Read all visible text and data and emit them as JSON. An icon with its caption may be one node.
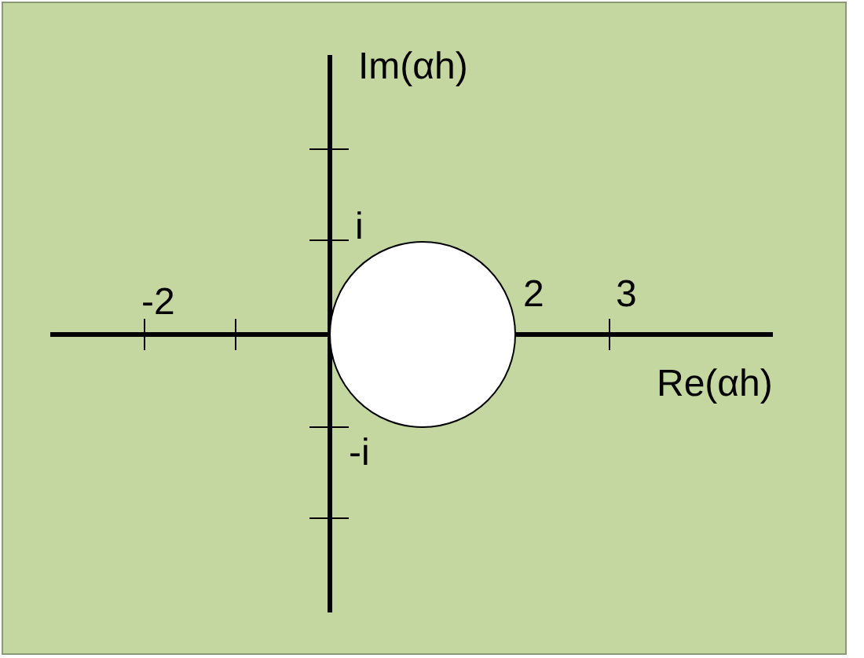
{
  "diagram": {
    "nodes": [
      {
        "text": [],
        "shape": "circle"
      }
    ],
    "labels": [
      "Im(αh)",
      "i",
      "-2",
      "2",
      "3",
      "Re(αh)",
      "-i"
    ]
  }
}
